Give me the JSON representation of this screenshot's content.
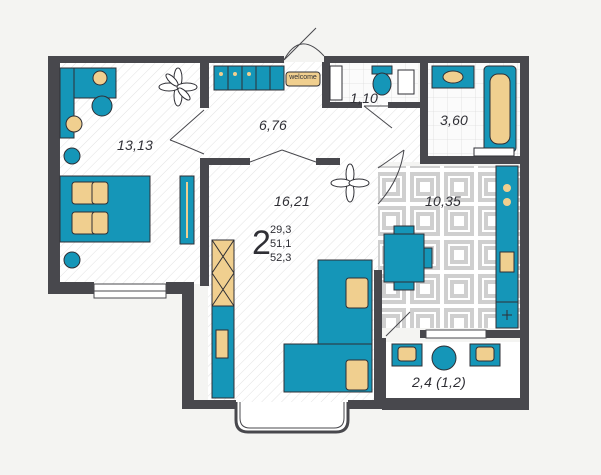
{
  "plan": {
    "room_count": "2",
    "totals": [
      "29,3",
      "51,1",
      "52,3"
    ],
    "rooms": [
      {
        "id": "bedroom",
        "area": "13,13"
      },
      {
        "id": "hall",
        "area": "6,76"
      },
      {
        "id": "wc",
        "area": "1,10"
      },
      {
        "id": "bathroom",
        "area": "3,60"
      },
      {
        "id": "living",
        "area": "16,21"
      },
      {
        "id": "kitchen",
        "area": "10,35"
      },
      {
        "id": "balcony",
        "area": "2,4 (1,2)"
      }
    ],
    "doormat_text": "welcome"
  },
  "colors": {
    "wall": "#48484d",
    "floor": "#ffffff",
    "hatch": "#e4e4e4",
    "tile": "#dcdcdc",
    "furniture_teal": "#1596b8",
    "furniture_accent": "#f0cf8f",
    "text": "#2f2f35"
  }
}
